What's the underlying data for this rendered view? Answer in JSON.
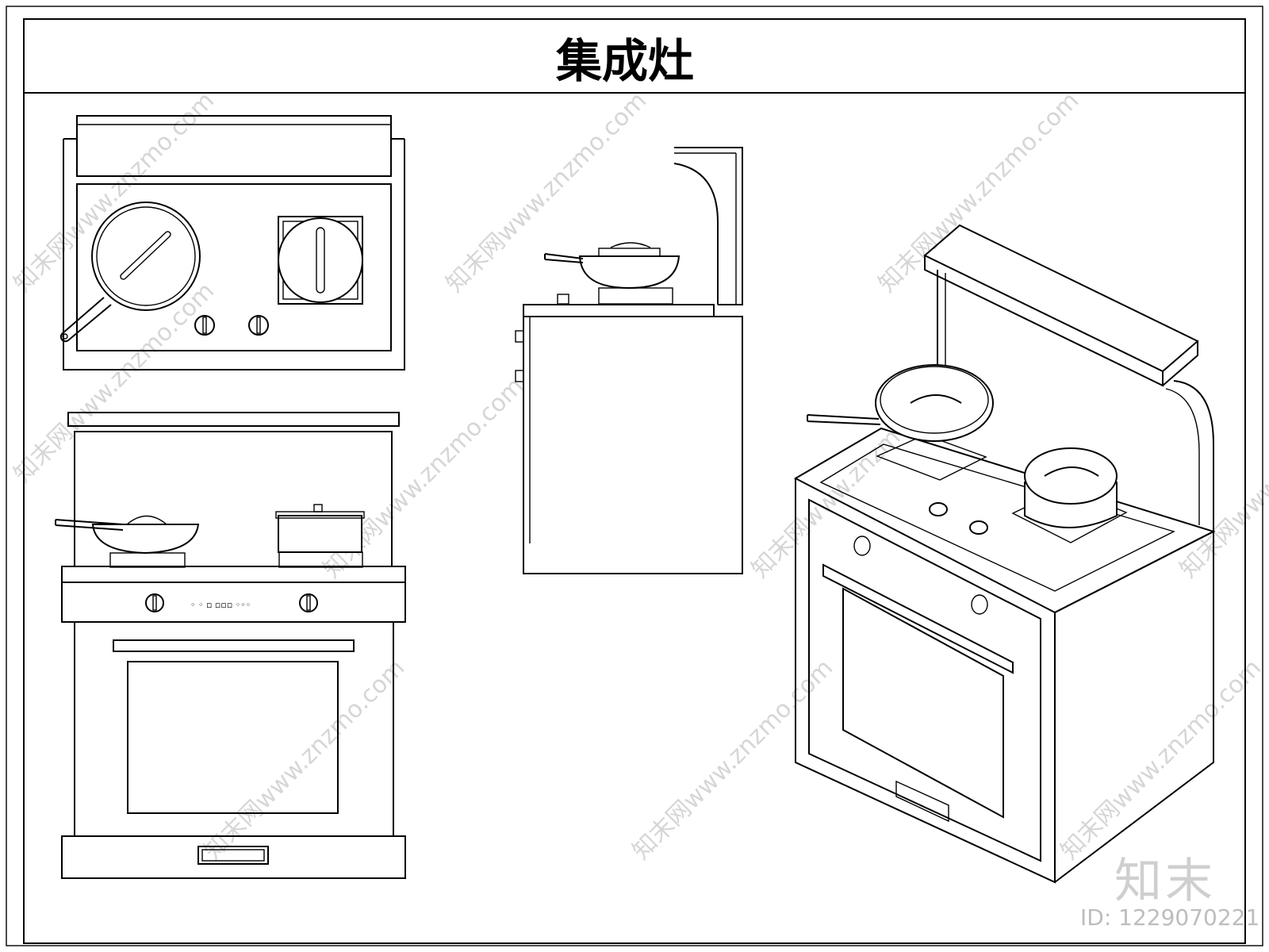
{
  "title": "集成灶",
  "watermark": {
    "site_text": "知末网www.znzmo.com",
    "brand": "知末",
    "id_label": "ID: 1229070221"
  }
}
